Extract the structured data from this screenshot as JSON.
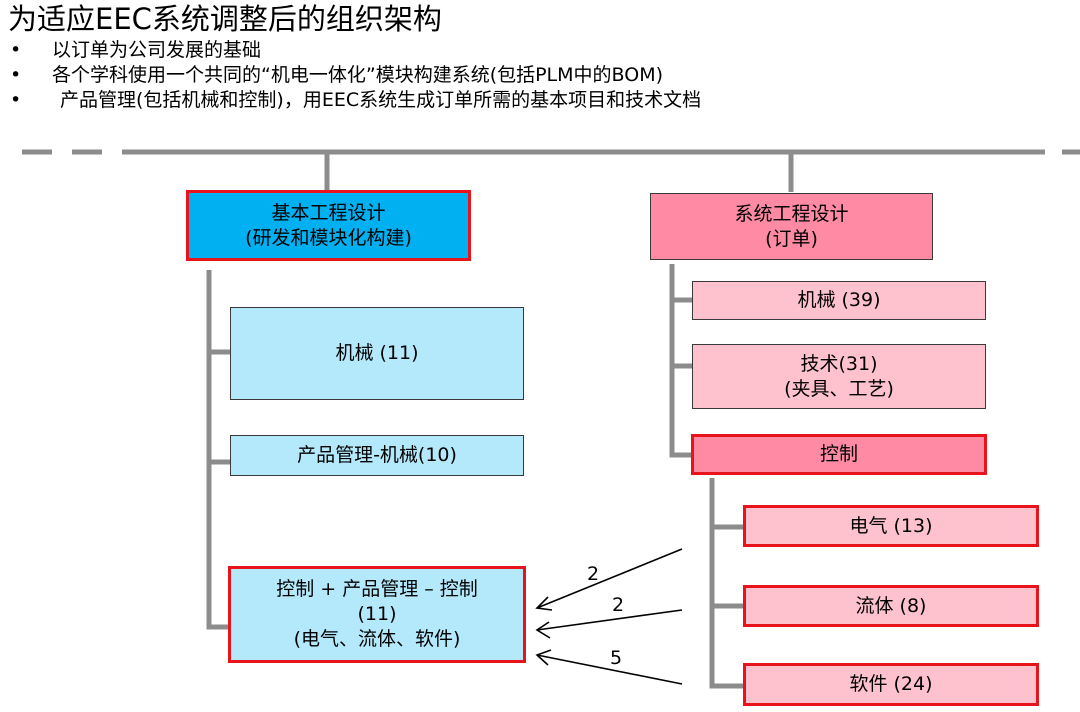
{
  "title": "为适应EEC系统调整后的组织架构",
  "bullets": [
    {
      "marker": "•",
      "text": "以订单为公司发展的基础"
    },
    {
      "marker": "•",
      "text": "各个学科使用一个共同的“机电一体化”模块构建系统(包括PLM中的BOM)"
    },
    {
      "marker": "•",
      "text": "产品管理(包括机械和控制)，用EEC系统生成订单所需的基本项目和技术文档"
    }
  ],
  "left": {
    "header": {
      "line1": "基本工程设计",
      "line2": "(研发和模块化构建)"
    },
    "mech": "机械 (11)",
    "pm_mech": "产品管理-机械(10)",
    "control": {
      "line1": "控制 + 产品管理 – 控制",
      "line2": "(11)",
      "line3": "(电气、流体、软件)"
    }
  },
  "right": {
    "header": {
      "line1": "系统工程设计",
      "line2": "(订单)"
    },
    "mech": "机械 (39)",
    "tech": {
      "line1": "技术(31)",
      "line2": "(夹具、工艺)"
    },
    "control": "控制",
    "electric": "电气 (13)",
    "fluid": "流体 (8)",
    "software": "软件 (24)"
  },
  "arrows": {
    "a1": "2",
    "a2": "2",
    "a3": "5"
  },
  "colors": {
    "red_border": "#e8141b",
    "blue_dark": "#00b0f0",
    "blue_light": "#b3e9fb",
    "pink_dark": "#fe8aa3",
    "pink_light": "#fec2cf",
    "connector": "#8c8c8c"
  }
}
